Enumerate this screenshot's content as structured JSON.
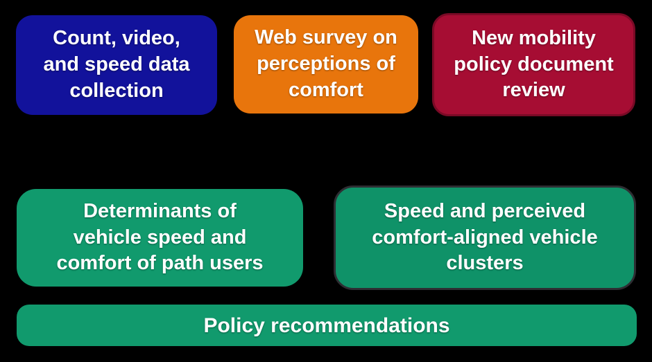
{
  "diagram": {
    "background_color": "#000000",
    "text_color": "#ffffff",
    "top_row": {
      "data_collection": {
        "label": "Count, video,\nand speed data\ncollection",
        "fill": "#12129b"
      },
      "web_survey": {
        "label": "Web survey on\nperceptions of\ncomfort",
        "fill": "#e8750c"
      },
      "policy_review": {
        "label": "New mobility\npolicy document\nreview",
        "fill": "#a60d33",
        "border": "#7a0a26"
      }
    },
    "middle_row": {
      "determinants": {
        "label": "Determinants of\nvehicle speed and\ncomfort of path users",
        "fill": "#119a6d"
      },
      "clusters": {
        "label": "Speed and perceived\ncomfort-aligned vehicle\nclusters",
        "fill": "#0f9268",
        "border": "#2e2e33"
      }
    },
    "bottom_row": {
      "recommendations": {
        "label": "Policy recommendations",
        "fill": "#119a6d"
      }
    }
  }
}
